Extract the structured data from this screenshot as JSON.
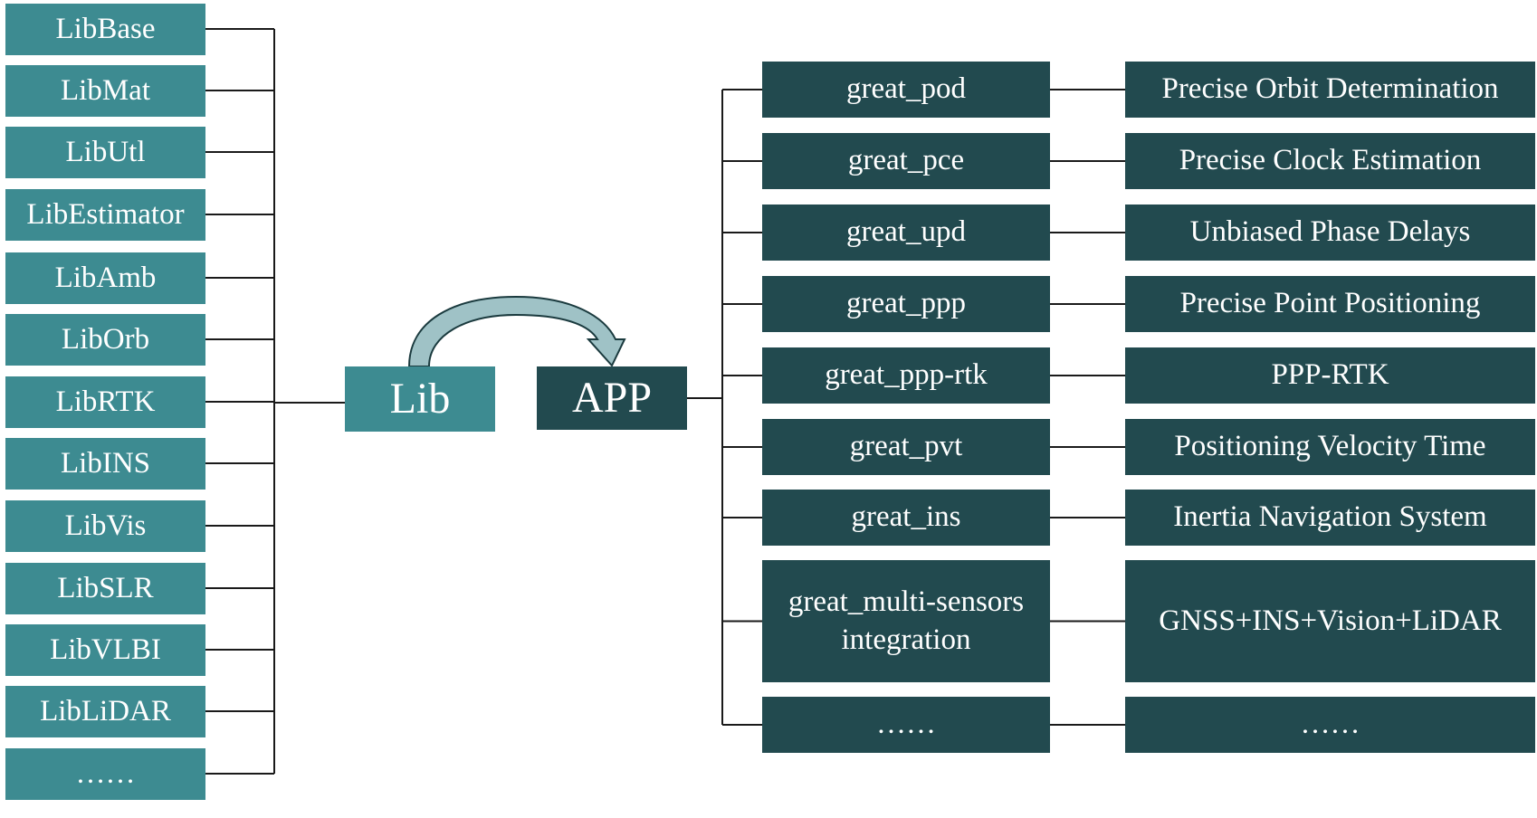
{
  "libs": [
    "LibBase",
    "LibMat",
    "LibUtl",
    "LibEstimator",
    "LibAmb",
    "LibOrb",
    "LibRTK",
    "LibINS",
    "LibVis",
    "LibSLR",
    "LibVLBI",
    "LibLiDAR",
    "……"
  ],
  "hub": {
    "lib": "Lib",
    "app": "APP"
  },
  "apps": [
    {
      "name": "great_pod",
      "desc": "Precise Orbit Determination"
    },
    {
      "name": "great_pce",
      "desc": "Precise Clock Estimation"
    },
    {
      "name": "great_upd",
      "desc": "Unbiased Phase Delays"
    },
    {
      "name": "great_ppp",
      "desc": "Precise Point Positioning"
    },
    {
      "name": "great_ppp-rtk",
      "desc": "PPP-RTK"
    },
    {
      "name": "great_pvt",
      "desc": "Positioning Velocity Time"
    },
    {
      "name": "great_ins",
      "desc": "Inertia Navigation System"
    },
    {
      "name": "great_multi-sensors integration",
      "desc": "GNSS+INS+Vision+LiDAR"
    },
    {
      "name": "……",
      "desc": "……"
    }
  ],
  "colors": {
    "lib": "#3d8b91",
    "app": "#224a4f",
    "line": "#1a1a1a",
    "arrow_fill": "#9fc2c6",
    "arrow_stroke": "#1a3a3e"
  }
}
